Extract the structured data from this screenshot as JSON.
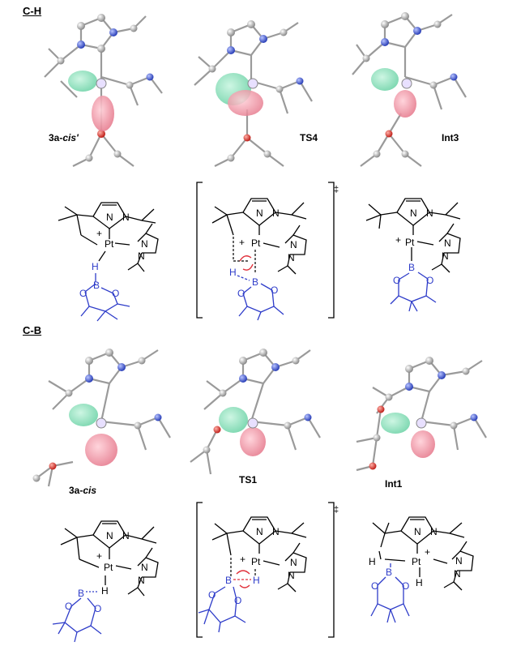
{
  "sections": {
    "ch": "C-H",
    "cb": "C-B"
  },
  "labels_3d": {
    "a1_main": "3a-",
    "a1_ital": "cis'",
    "b1": "TS4",
    "c1": "Int3",
    "a2_main": "3a-",
    "a2_ital": "cis",
    "b2": "TS1",
    "c2": "Int1"
  },
  "symbols": {
    "dagger": "‡",
    "pt": "Pt",
    "plus": "+",
    "n": "N",
    "h": "H",
    "b": "B",
    "o": "O"
  },
  "colors": {
    "boron_blue": "#2e3cc9",
    "lobe_green": "#7fe0b8",
    "lobe_red": "#e87a8f",
    "arrow_red": "#e0303a"
  }
}
